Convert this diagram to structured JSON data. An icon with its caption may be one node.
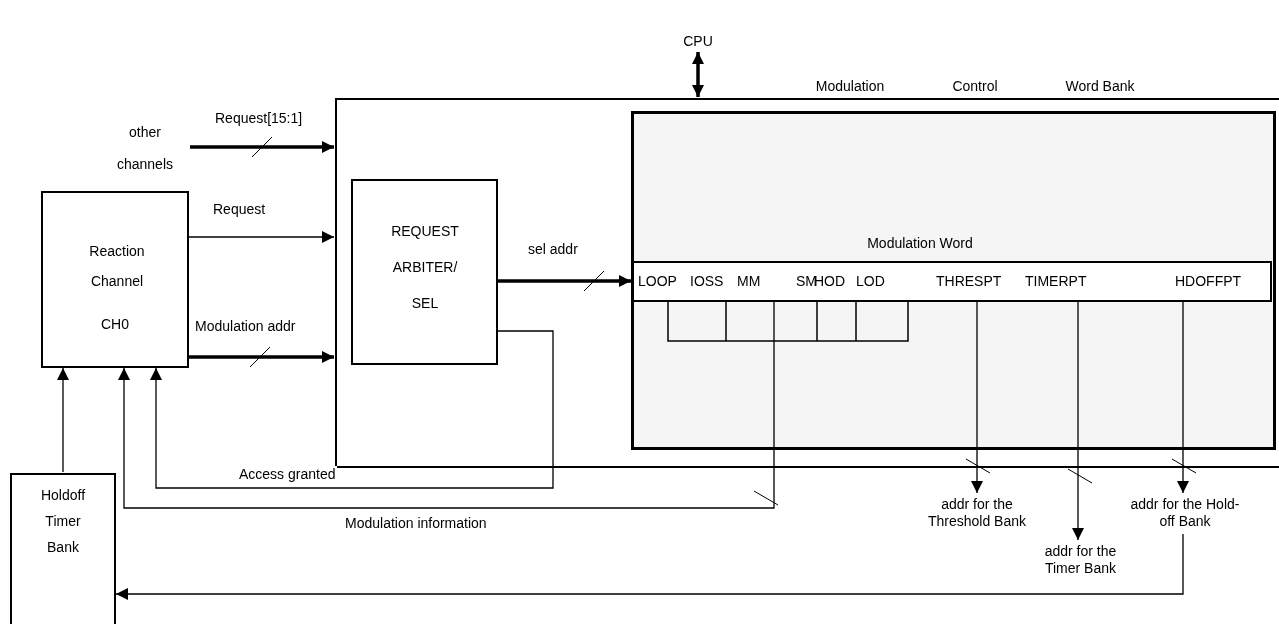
{
  "diagram": {
    "nodes": [
      {
        "text": [
          "Modulation",
          "Control",
          "Word Bank"
        ]
      },
      {
        "text": [
          "other channels"
        ]
      },
      {
        "text": [
          "Reaction Channel",
          "CH0"
        ]
      },
      {
        "text": [
          "REQUEST ARBITER/ SEL"
        ],
        "in": 0
      },
      {
        "text": [
          "Modulation Word"
        ],
        "in": 0
      },
      {
        "text": [
          "LOOP",
          "IOSS",
          "MM",
          "SM",
          "HOD",
          "LOD",
          "THRESPT",
          "TIMERPT",
          "HDOFFPT"
        ],
        "in": 4
      },
      {
        "text": [
          "CPU"
        ]
      },
      {
        "text": [
          "addr for the Threshold Bank"
        ]
      },
      {
        "text": [
          "addr for the Timer Bank"
        ]
      },
      {
        "text": [
          "addr for the Hold-off Bank"
        ]
      },
      {
        "text": [
          "Holdoff Timer Bank"
        ]
      }
    ],
    "edges": [
      {
        "from": 1,
        "to": 0,
        "arrow": "to",
        "label": "Request[15:1]",
        "style": "thick"
      },
      {
        "from": 2,
        "to": 0,
        "arrow": "to",
        "label": "Request"
      },
      {
        "from": 2,
        "to": 0,
        "arrow": "to",
        "label": "Modulation addr",
        "style": "thick"
      },
      {
        "from": 3,
        "to": 5,
        "arrow": "to",
        "label": "sel addr",
        "style": "thick"
      },
      {
        "from": 6,
        "to": 0,
        "arrow": "both",
        "style": "thick"
      },
      {
        "from": 3,
        "to": 2,
        "arrow": "to",
        "label": "Access granted"
      },
      {
        "from": 5,
        "to": 2,
        "arrow": "to",
        "label": "Modulation information"
      },
      {
        "from": 5,
        "to": 7,
        "arrow": "to"
      },
      {
        "from": 5,
        "to": 8,
        "arrow": "to"
      },
      {
        "from": 5,
        "to": 9,
        "arrow": "to"
      },
      {
        "from": 9,
        "to": 10,
        "arrow": "to"
      },
      {
        "from": 10,
        "to": 2,
        "arrow": "to"
      }
    ]
  }
}
